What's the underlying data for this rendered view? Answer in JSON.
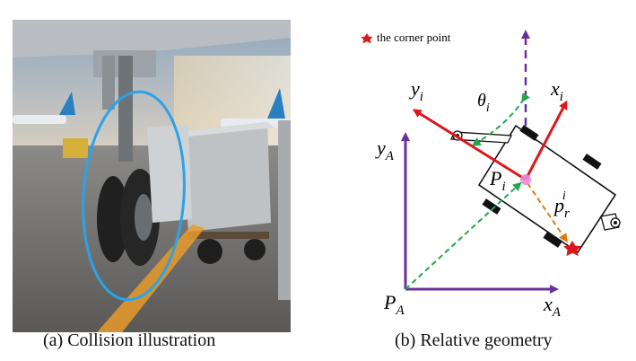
{
  "captions": {
    "a": "(a) Collision illustration",
    "b": "(b) Relative geometry"
  },
  "geometry_labels": {
    "legend": "the corner point",
    "yi": "y",
    "yi_sub": "i",
    "xi": "x",
    "xi_sub": "i",
    "theta": "θ",
    "theta_sub": "i",
    "yA": "y",
    "yA_sub": "A",
    "xA": "x",
    "xA_sub": "A",
    "PA": "P",
    "PA_sub": "A",
    "Pi": "P",
    "Pi_sub": "i",
    "pr": "p",
    "pr_sub": "r",
    "pr_sup": "i"
  },
  "colors": {
    "purple": "#6a2f9e",
    "red": "#e0161c",
    "green": "#22a84a",
    "orange": "#e07a10",
    "highlight": "#2aa3e8"
  }
}
